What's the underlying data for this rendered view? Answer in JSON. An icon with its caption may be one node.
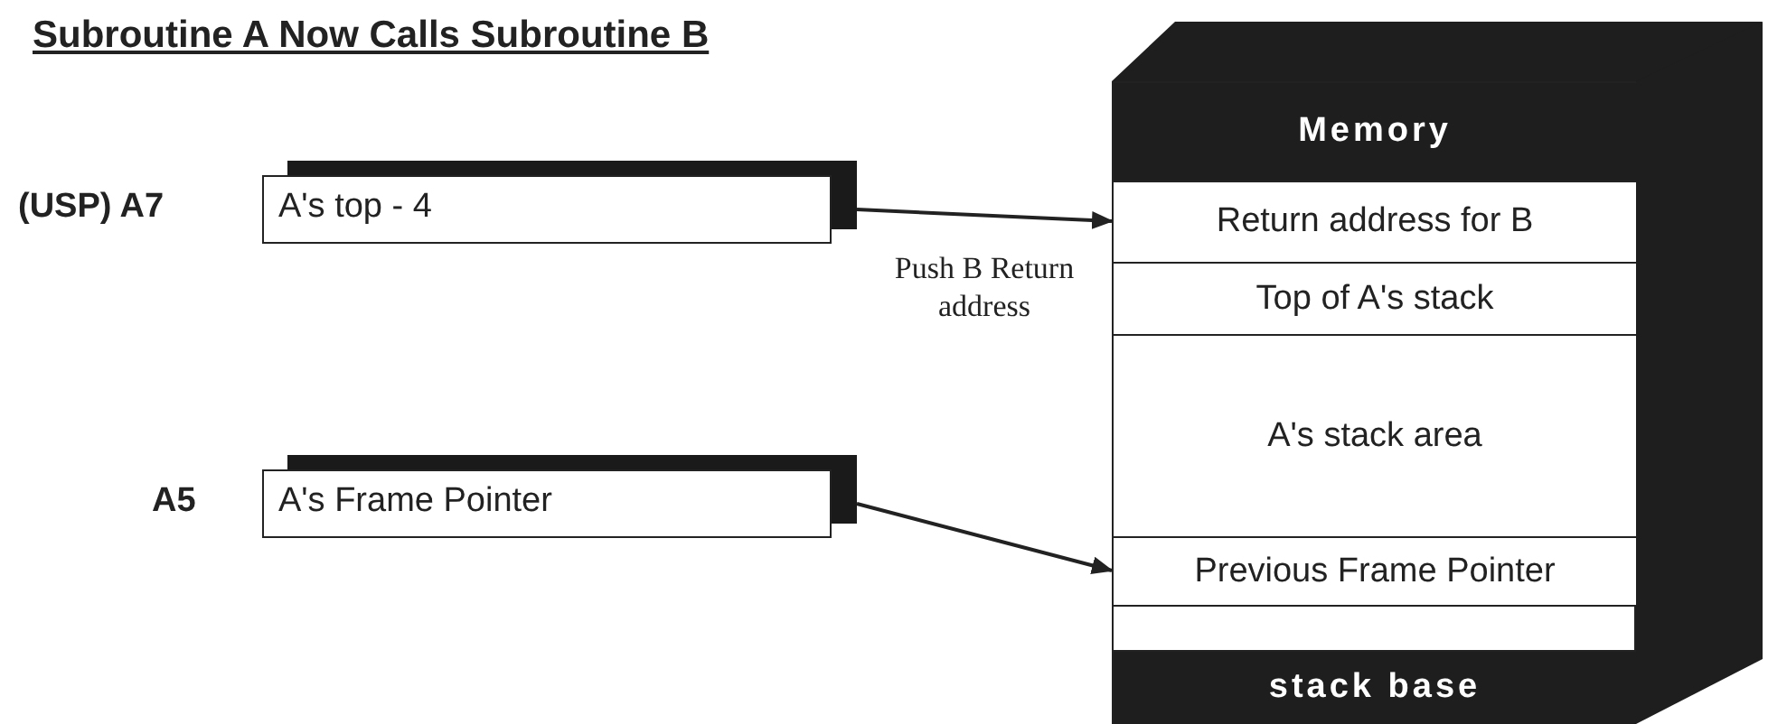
{
  "diagram": {
    "title": "Subroutine A Now Calls Subroutine B",
    "nodes": [
      {
        "text": [
          "A's top - 4"
        ],
        "beside": [
          "(USP) A7"
        ]
      },
      {
        "text": [
          "A's Frame Pointer"
        ],
        "beside": [
          "A5"
        ]
      },
      {
        "text": [
          "Memory"
        ]
      },
      {
        "text": [
          "Return address for B"
        ]
      },
      {
        "text": [
          "Top of A's stack"
        ]
      },
      {
        "text": [
          "A's stack area"
        ]
      },
      {
        "text": [
          "Previous Frame Pointer"
        ]
      },
      {
        "text": [],
        "shape": "box"
      },
      {
        "text": [
          "stack base"
        ]
      }
    ],
    "edges": [
      {
        "from": 0,
        "to": 3,
        "arrow": "to",
        "label": "Push B Return address"
      },
      {
        "from": 1,
        "to": 6,
        "arrow": "to"
      }
    ]
  }
}
